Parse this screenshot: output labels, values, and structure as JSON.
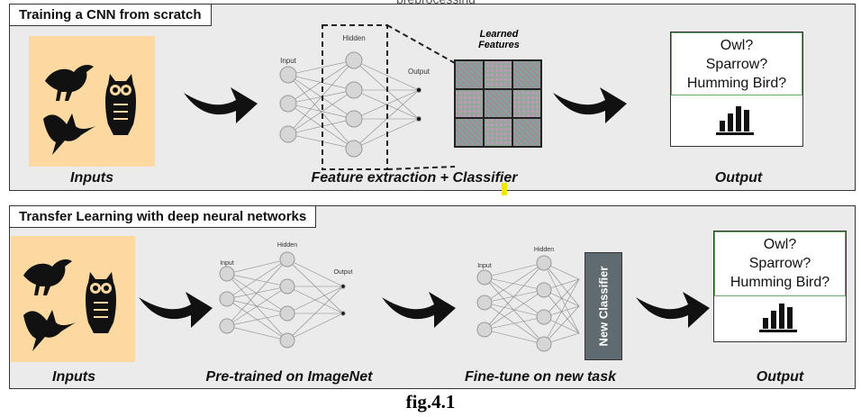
{
  "top_text": "preprocessing",
  "panel1": {
    "title": "Training a CNN from scratch",
    "captions": {
      "inputs": "Inputs",
      "feature": "Feature extraction + Classifier",
      "output": "Output"
    },
    "net_labels": {
      "input": "Input",
      "hidden": "Hidden",
      "output": "Output"
    },
    "learned_features": "Learned Features",
    "output_labels": [
      "Owl?",
      "Sparrow?",
      "Humming Bird?"
    ]
  },
  "panel2": {
    "title": "Transfer Learning with deep neural networks",
    "captions": {
      "inputs": "Inputs",
      "pretrained": "Pre-trained on ImageNet",
      "finetune": "Fine-tune on new task",
      "output": "Output"
    },
    "net_labels": {
      "input": "Input",
      "hidden": "Hidden",
      "output": "Output"
    },
    "new_classifier": "New Classifier",
    "output_labels": [
      "Owl?",
      "Sparrow?",
      "Humming Bird?"
    ]
  },
  "figure_caption": "fig.4.1",
  "colors": {
    "panel_bg": "#ebebeb",
    "inputs_bg": "#fcd9a0",
    "output_border": "#6aa56a",
    "classifier_bg": "#5f6b70",
    "marker": "#f2e600"
  },
  "icons": [
    "bird-silhouette-icon",
    "owl-silhouette-icon",
    "hummingbird-silhouette-icon",
    "bar-chart-icon",
    "curved-arrow-icon"
  ]
}
